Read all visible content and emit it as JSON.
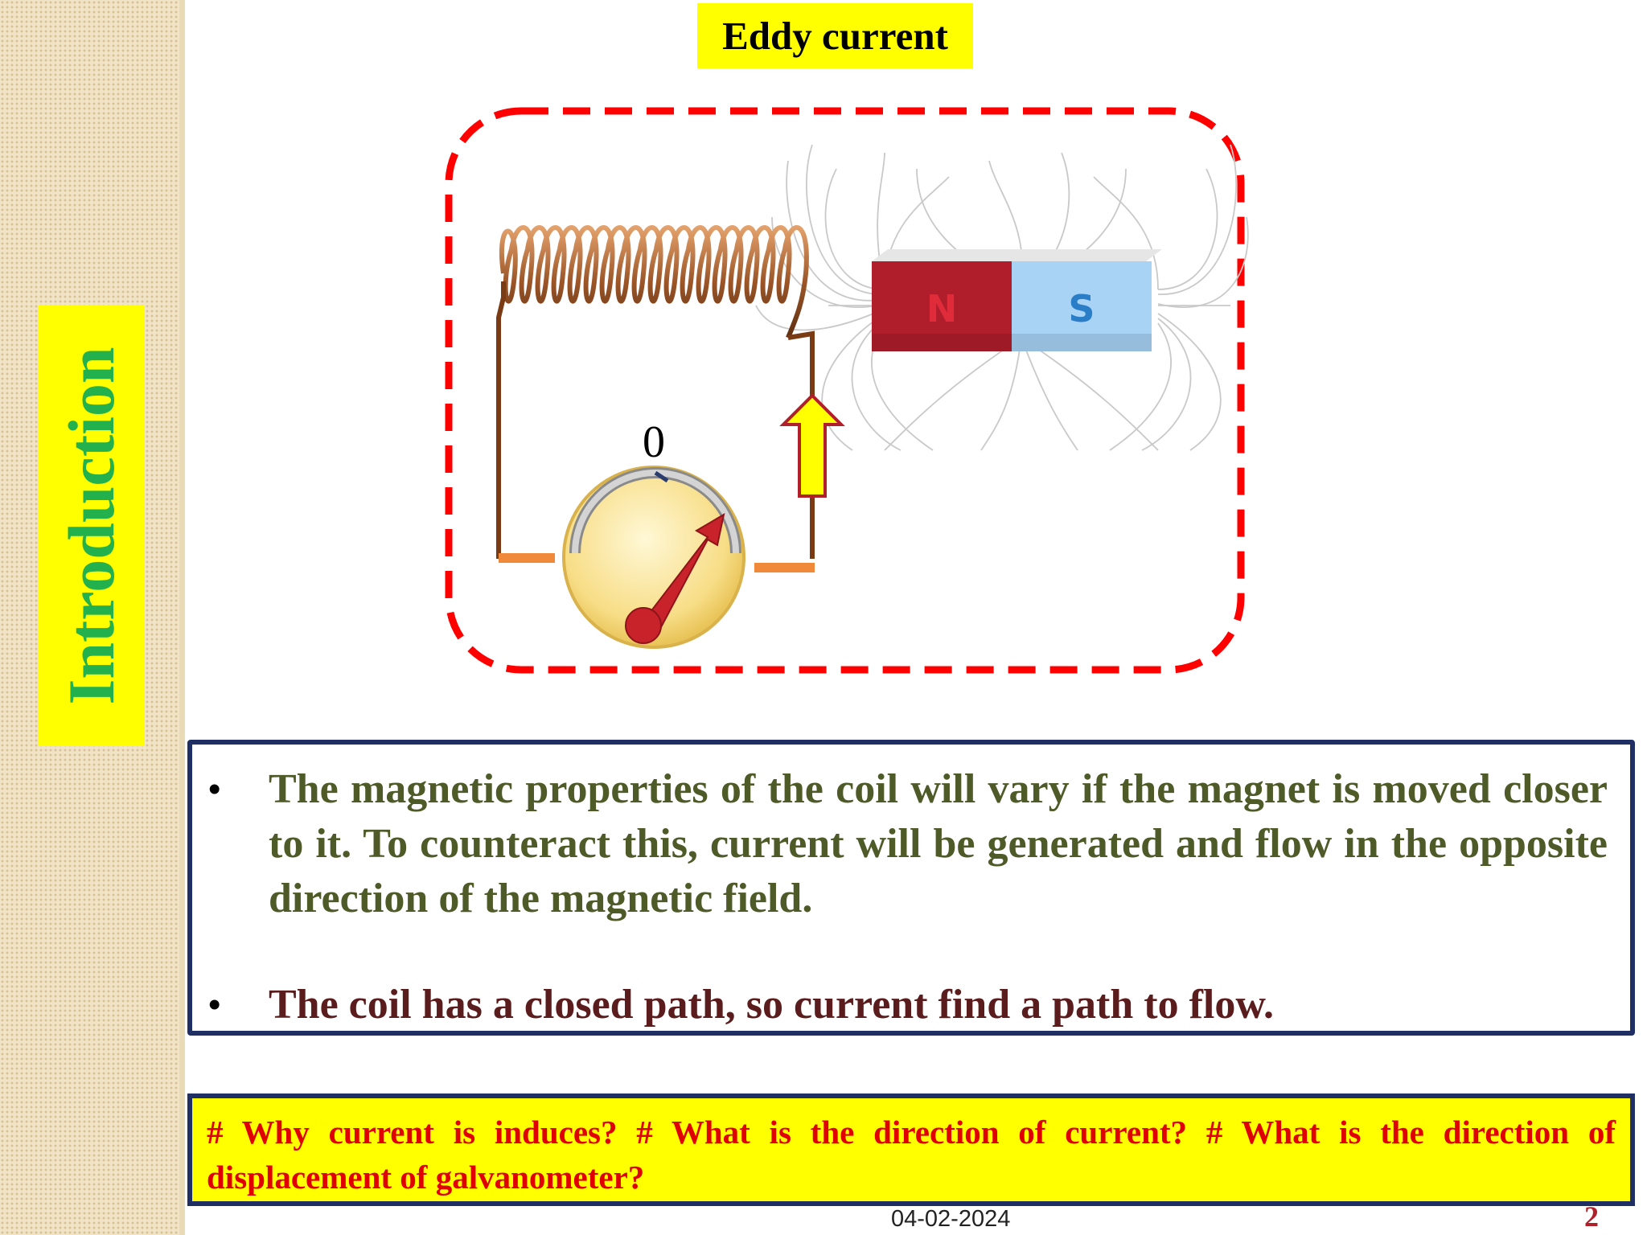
{
  "slide": {
    "title": "Eddy current",
    "section_label": "Introduction",
    "diagram": {
      "galvanometer_reading": "0",
      "magnet_north_label": "N",
      "magnet_south_label": "S"
    },
    "bullets": [
      {
        "marker": "•",
        "text": "The magnetic properties of the coil will vary if the magnet is moved closer to it. To counteract this, current will be generated and flow in the opposite direction of the magnetic field."
      },
      {
        "marker": "•",
        "text": "The coil has a closed path, so current find a path to flow."
      }
    ],
    "question": "# Why current is induces? # What is the direction of current? # What is the direction of displacement of galvanometer?",
    "footer_date": "04-02-2024",
    "page_number": "2"
  },
  "colors": {
    "title_bg": "#ffff00",
    "section_label_text": "#22b14c",
    "dashed_border": "#ff0000",
    "box_border": "#1f2f63",
    "bullet1_text": "#4e5a28",
    "bullet2_text": "#5a1c1c",
    "question_text": "#e10000",
    "magnet_north": "#b01e2c",
    "magnet_south": "#a9d3f5"
  }
}
